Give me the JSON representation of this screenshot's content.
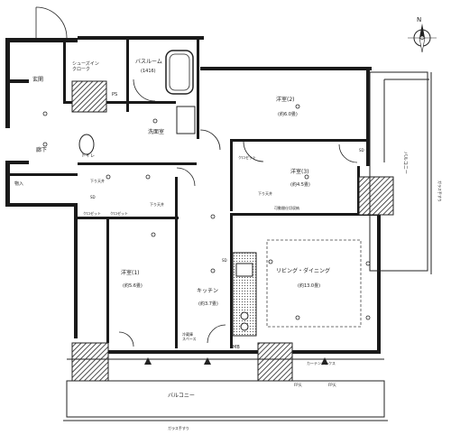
{
  "rooms": {
    "genkan": "玄関",
    "shoes_closet": "シューズイン\nクローク",
    "bathroom": {
      "name": "バスルーム",
      "size": "(1416)"
    },
    "washroom": "洗面室",
    "toilet": "トイレ",
    "corridor": "廊下",
    "western2": {
      "name": "洋室(2)",
      "size": "(約6.0畳)"
    },
    "western3": {
      "name": "洋室(3)",
      "size": "(約4.5畳)"
    },
    "western1": {
      "name": "洋室(1)",
      "size": "(約5.6畳)"
    },
    "kitchen": {
      "name": "キッチン",
      "size": "(約3.7畳)"
    },
    "living": {
      "name": "リビング・ダイニング",
      "size": "(約13.0畳)"
    },
    "closet_a": "クロゼット",
    "closet_b": "クロゼット",
    "closet_c": "クロゼット",
    "storage": "物入",
    "ps": "PS",
    "mb": "MB"
  },
  "balconies": {
    "east": "バルコニー",
    "south": "バルコニー"
  },
  "annotations": {
    "sd_east": "SD",
    "sd_1": "SD",
    "sd_2": "SD",
    "lowceil_1": "下り天井",
    "lowceil_2": "下り天井",
    "lowceil_3": "下り天井",
    "curtain_box": "カーテンボックス",
    "fridge": "冷蔵庫\nスペース",
    "fp_up": "FP天",
    "fp_down": "FP天",
    "glass_fence": "ガラス手すり",
    "glass_fence_south": "ガラス手すり",
    "moveable_wall": "可動間仕切収納"
  },
  "compass": {
    "north_label": "N"
  }
}
